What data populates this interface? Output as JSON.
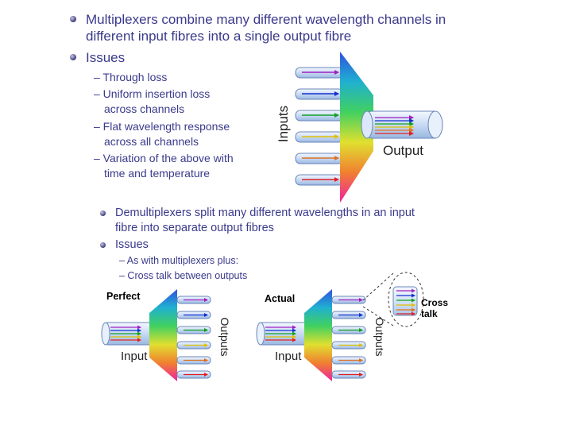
{
  "slide1": {
    "bullet1": [
      "Multiplexers combine many different wavelength channels in",
      "different input fibres into a single output fibre"
    ],
    "bullet2": "Issues",
    "sub1": "– Through loss",
    "sub2": [
      "– Uniform insertion loss",
      "across channels"
    ],
    "sub3": [
      "– Flat wavelength response",
      "across all channels"
    ],
    "sub4": [
      "– Variation of the above with",
      "time and temperature"
    ],
    "inputs_label": "Inputs",
    "output_label": "Output"
  },
  "slide2": {
    "bullet1": [
      "Demultiplexers split many different wavelengths in an input",
      "fibre into separate output fibres"
    ],
    "bullet2": "Issues",
    "sub1": "– As with multiplexers plus:",
    "sub2": "– Cross talk between outputs",
    "perfect_label": "Perfect",
    "actual_label": "Actual",
    "input_label": "Input",
    "outputs_label": "Outputs",
    "crosstalk_label": [
      "Cross",
      "talk"
    ]
  },
  "colors": {
    "text": "#3a3a8c",
    "arrow_red": "#e02020",
    "arrow_purple": "#a020c0",
    "arrow_blue": "#1030d0",
    "arrow_green": "#10a020",
    "arrow_yellow": "#e0c000",
    "arrow_orange": "#e07020"
  }
}
